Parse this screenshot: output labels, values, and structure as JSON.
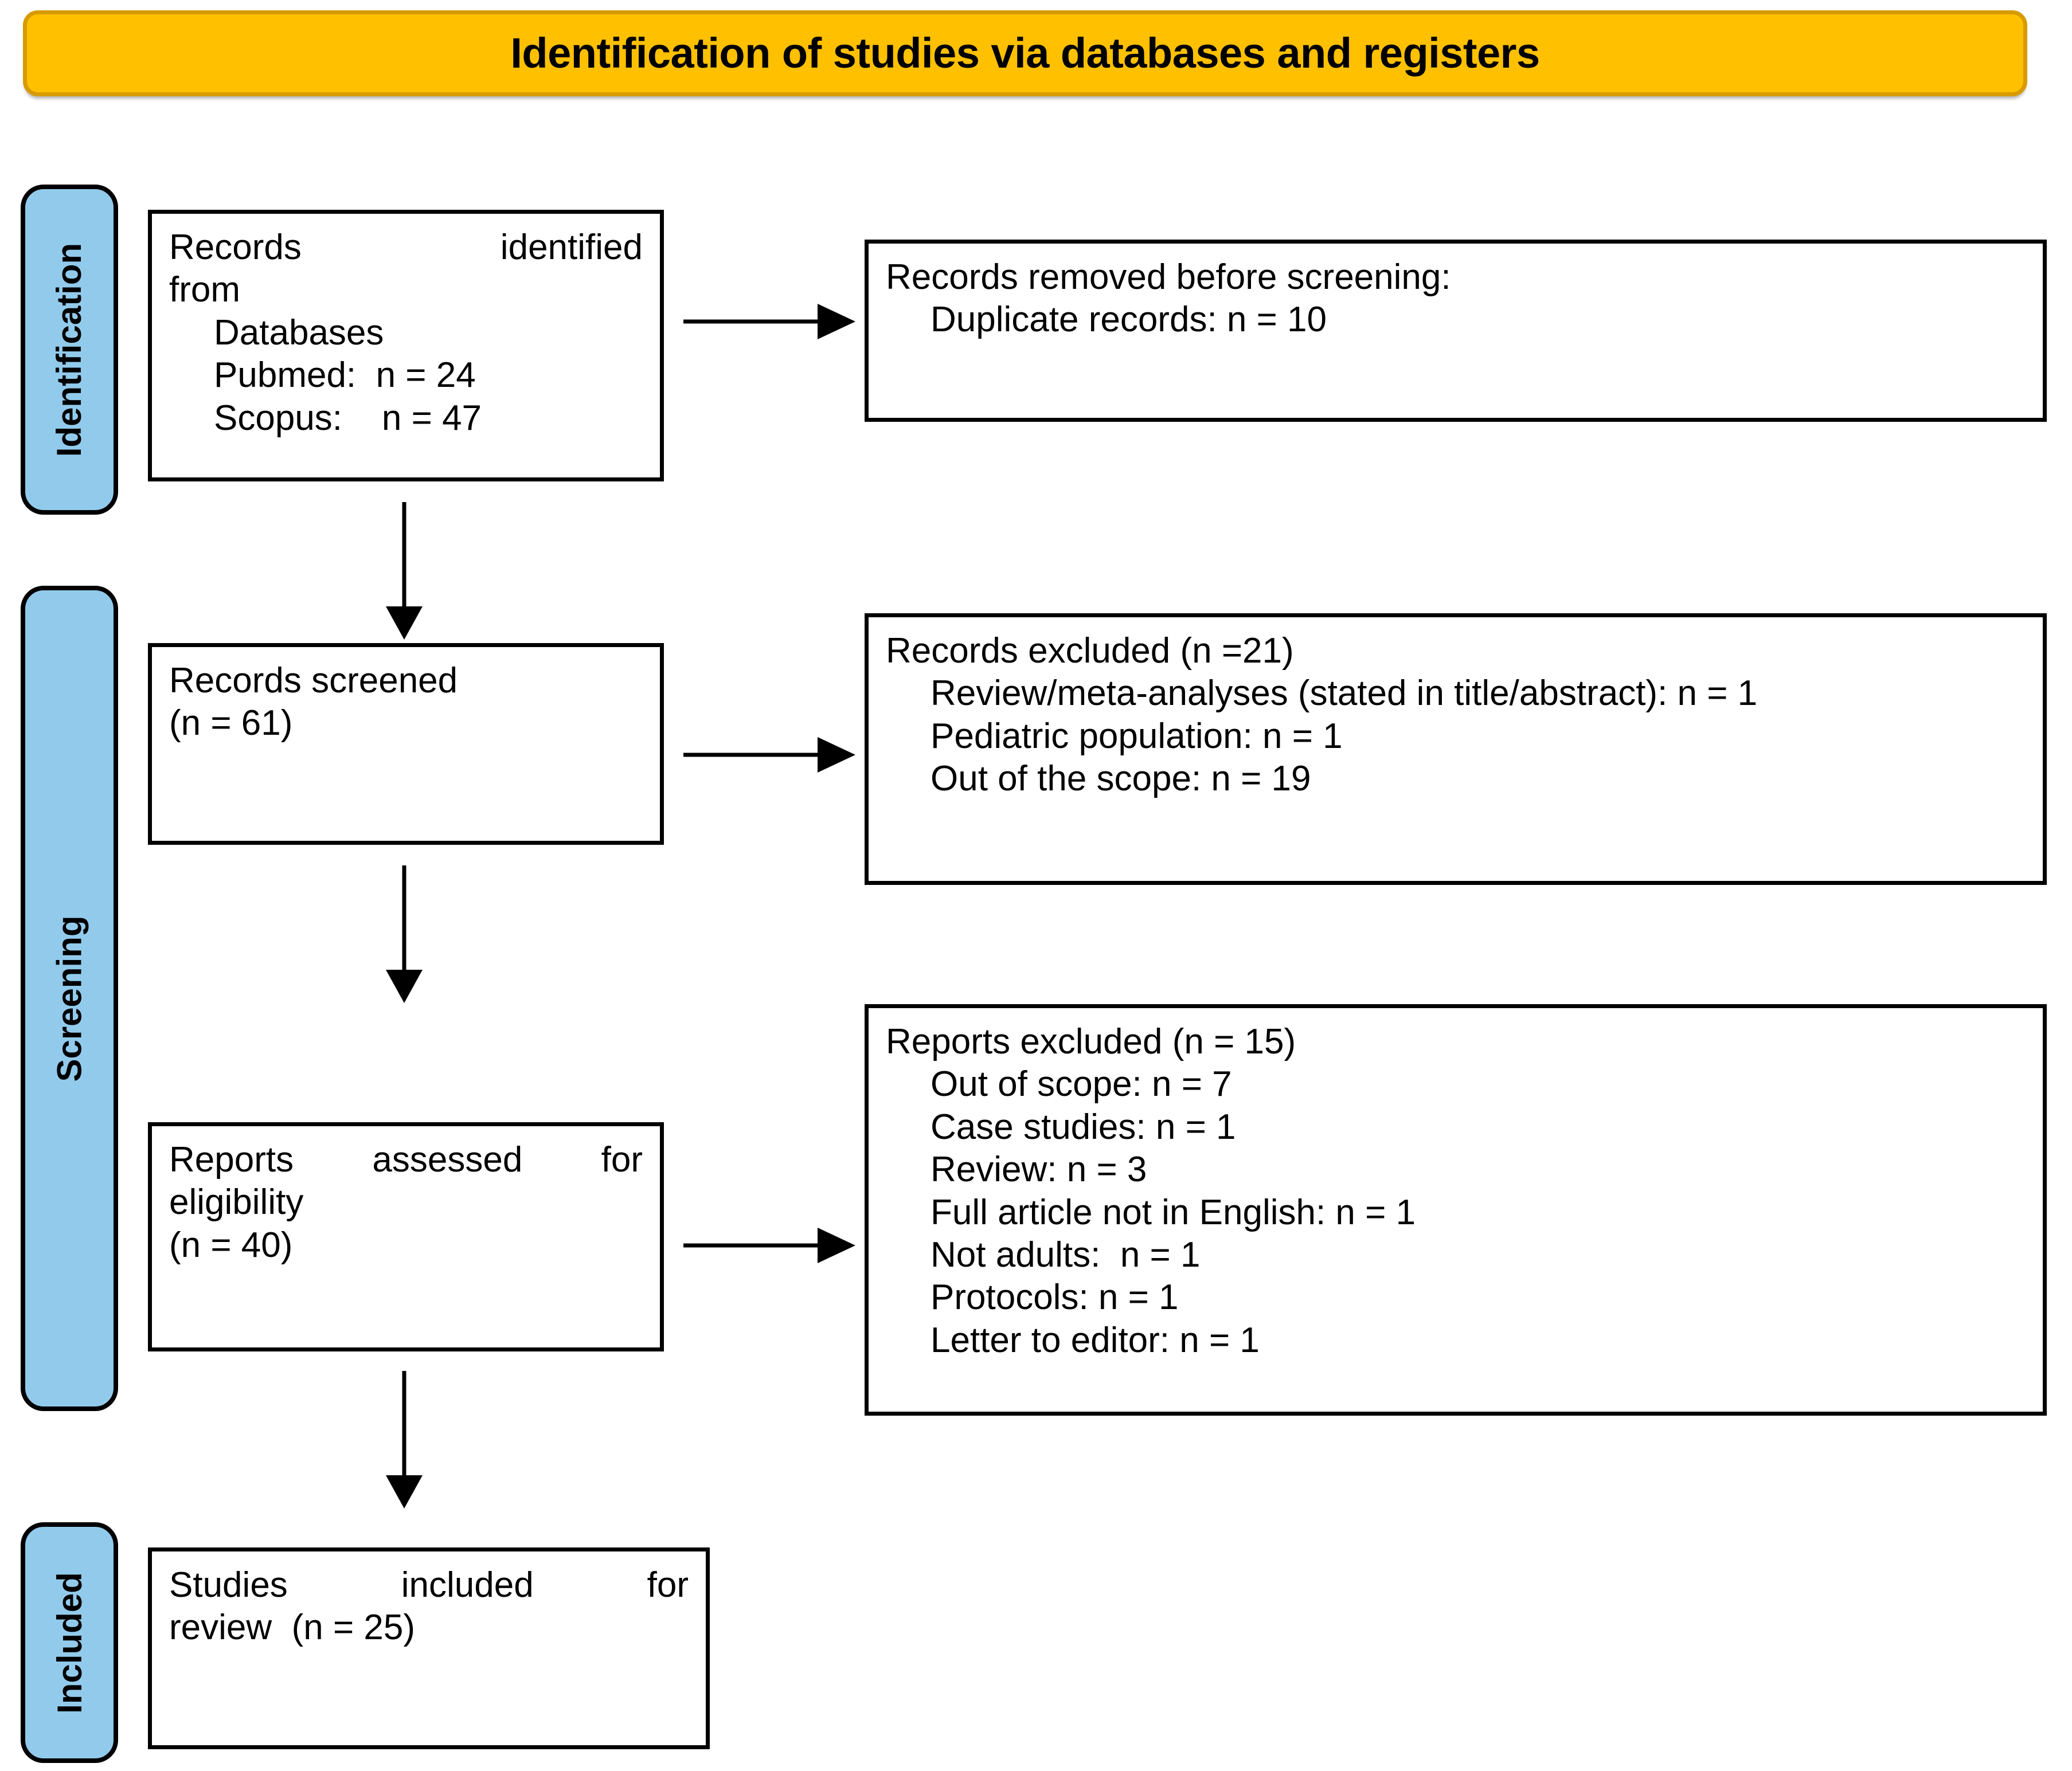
{
  "diagram": {
    "type": "prisma-flow",
    "banner": {
      "title": "Identification of studies via databases and registers"
    },
    "stages": [
      {
        "id": "identification",
        "label": "Identification"
      },
      {
        "id": "screening",
        "label": "Screening"
      },
      {
        "id": "included",
        "label": "Included"
      }
    ],
    "boxes": {
      "identified": {
        "line1": "Records        identified",
        "line2": "from",
        "line3": "Databases",
        "line4": "Pubmed:  n = 24",
        "line5": "Scopus:    n = 47"
      },
      "removed": {
        "line1": "Records removed before screening:",
        "line2": "Duplicate records: n = 10"
      },
      "screened": {
        "line1": "Records screened",
        "line2": "(n = 61)"
      },
      "records_excluded": {
        "line1": "Records excluded (n =21)",
        "line2": "Review/meta-analyses (stated in title/abstract): n = 1",
        "line3": "Pediatric population: n = 1",
        "line4": "Out of the scope: n = 19"
      },
      "eligible": {
        "line1": "Reports    assessed    for",
        "line2": "eligibility",
        "line3": "(n = 40)"
      },
      "reports_excluded": {
        "line1": "Reports excluded (n = 15)",
        "line2": "Out of scope: n = 7",
        "line3": "Case studies: n = 1",
        "line4": "Review: n = 3",
        "line5": "Full article not in English: n = 1",
        "line6": "Not adults:  n = 1",
        "line7": "Protocols: n = 1",
        "line8": "Letter to editor: n = 1"
      },
      "included": {
        "line1": "Studies    included    for",
        "line2": "review  (n = 25)"
      }
    },
    "colors": {
      "banner_fill": "#FFC000",
      "banner_border": "#D79B00",
      "stage_fill": "#92CAEB",
      "box_border": "#000000",
      "box_fill": "#FFFFFF",
      "arrow": "#000000"
    }
  }
}
